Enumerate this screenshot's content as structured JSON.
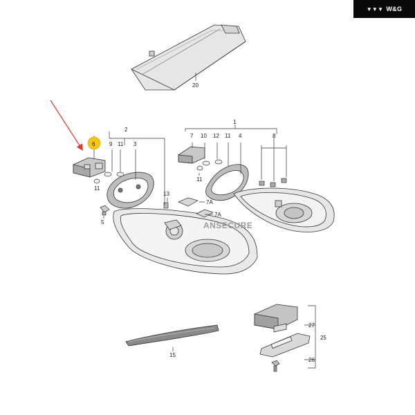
{
  "brand": {
    "logo_icon": "wave-logo-icon",
    "text": "W&G"
  },
  "watermark": "ANSECURE",
  "highlight": {
    "label": "6",
    "color": "#f5c518",
    "arrow_color": "#e03a2f"
  },
  "callouts": {
    "c1": "1",
    "c2": "2",
    "c3": "3",
    "c4": "4",
    "c5": "5",
    "c6": "6",
    "c7": "7",
    "c7a_top": "7A",
    "c7a_bot": "7A",
    "c8": "8",
    "c9": "9",
    "c10": "10",
    "c11_l": "11",
    "c11_lb": "11",
    "c11_r": "11",
    "c11_rb": "11",
    "c12": "12",
    "c13": "13",
    "c15": "15",
    "c20": "20",
    "c25": "25",
    "c26": "26",
    "c27": "27"
  }
}
